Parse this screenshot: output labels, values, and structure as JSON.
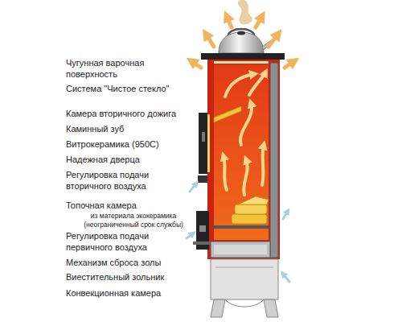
{
  "diagram": {
    "labels": [
      "Чугунная варочная поверхность",
      "Система \"Чистое стекло\"",
      "Камера вторичного дожига",
      "Каминный зуб",
      "Витрокерамика (950С)",
      "Надежная дверца",
      "Регулировка подачи вторичного воздуха",
      "Топочная камера",
      "из материала экокерамика (неограниченный срок службы)",
      "Регулировка подачи первичного воздуха",
      "Механизм сброса золы",
      "Виестительный зольник",
      "Конвекционная камера"
    ]
  }
}
